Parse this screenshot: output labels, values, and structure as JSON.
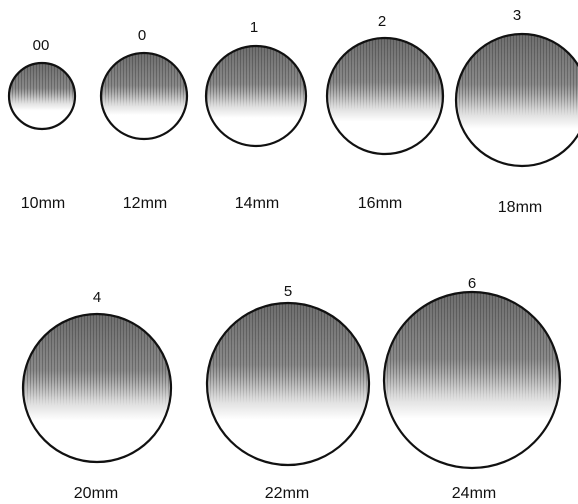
{
  "sizes": [
    {
      "number": "00",
      "size": "10mm"
    },
    {
      "number": "0",
      "size": "12mm"
    },
    {
      "number": "1",
      "size": "14mm"
    },
    {
      "number": "2",
      "size": "16mm"
    },
    {
      "number": "3",
      "size": "18mm"
    },
    {
      "number": "4",
      "size": "20mm"
    },
    {
      "number": "5",
      "size": "22mm"
    },
    {
      "number": "6",
      "size": "24mm"
    }
  ],
  "colors": {
    "outline": "#111111",
    "shade_dark": "#6e6e6e",
    "shade_light": "#ffffff"
  }
}
